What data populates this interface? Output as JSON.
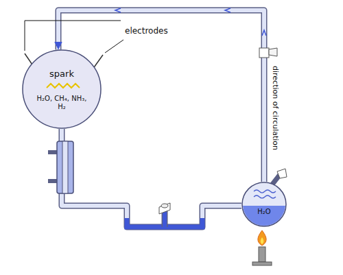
{
  "diagram": {
    "nodes": [
      {
        "text": [
          "spark",
          "H₂O, CH₄, NH₃, H₂"
        ]
      },
      {
        "text": [
          "H₂O"
        ]
      }
    ],
    "edges": [
      {
        "from": 1,
        "to": 0,
        "arrow": "to"
      },
      {
        "from": 0,
        "to": 1,
        "arrow": "none"
      }
    ],
    "labels": [
      "electrodes",
      "direction of circulation"
    ]
  }
}
